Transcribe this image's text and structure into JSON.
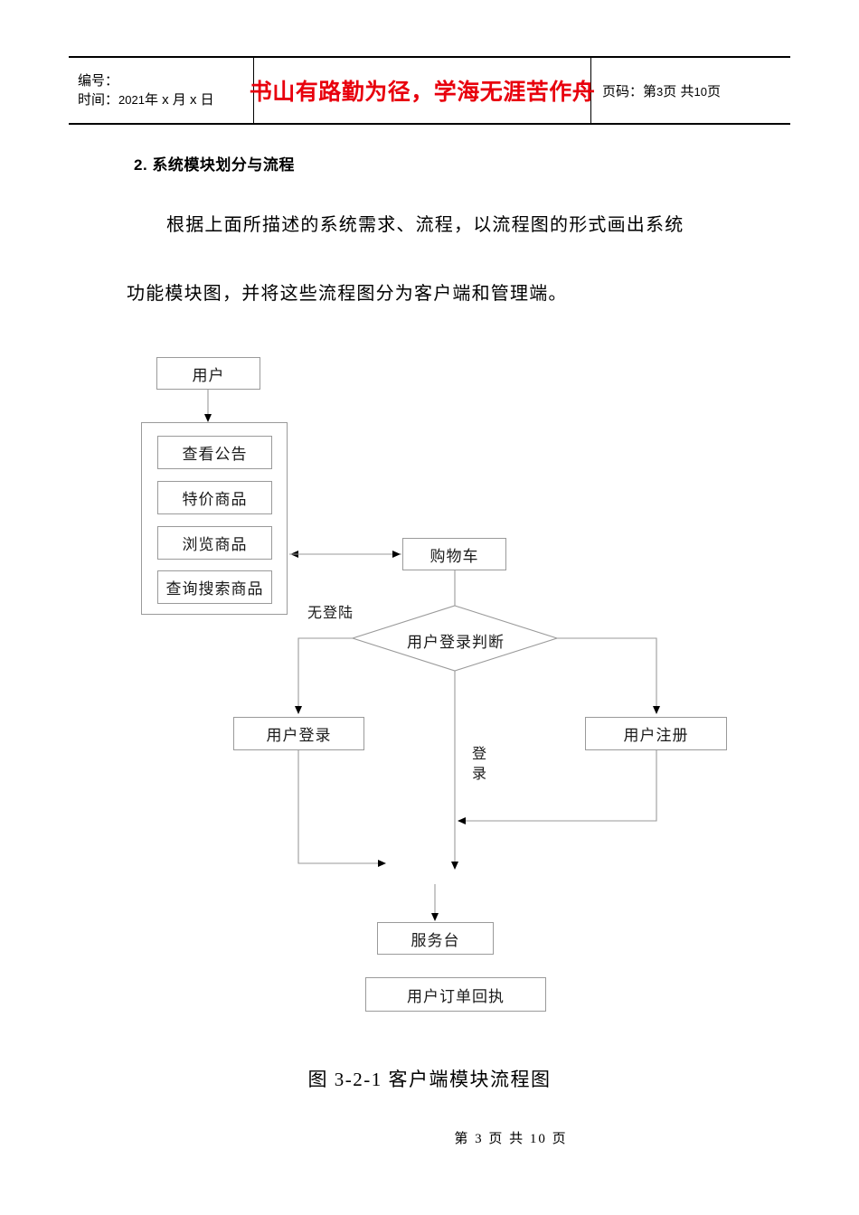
{
  "header": {
    "left_cell": {
      "line1": "编号：",
      "line2_prefix": "时间：",
      "year": "2021",
      "line2_suffix": "年 x 月 x 日"
    },
    "motto": "书山有路勤为径，学海无涯苦作舟",
    "right_cell": {
      "label": "页码：",
      "current_prefix": "第",
      "current_page": "3",
      "current_suffix": "页",
      "total_prefix": "共",
      "total_pages": "10",
      "total_suffix": "页"
    },
    "accent_color": "#e8000d"
  },
  "body": {
    "section_heading": "2. 系统模块划分与流程",
    "paragraph_1": "根据上面所描述的系统需求、流程，以流程图的形式画出系统",
    "paragraph_2": "功能模块图，并将这些流程图分为客户端和管理端。"
  },
  "diagram": {
    "type": "flowchart",
    "caption": "图 3-2-1 客户端模块流程图",
    "nodes": {
      "user": "用户",
      "view_notice": "查看公告",
      "special_goods": "特价商品",
      "browse_goods": "浏览商品",
      "search_goods": "查询搜索商品",
      "shopping_cart": "购物车",
      "login_decision": "用户登录判断",
      "user_login": "用户登录",
      "user_register": "用户注册",
      "service_desk": "服务台",
      "order_receipt": "用户订单回执"
    },
    "edge_labels": {
      "no_login": "无登陆",
      "login": "登录"
    },
    "line_color": "#9a9a9a",
    "arrow_color": "#000000"
  },
  "footer": {
    "current_prefix": "第",
    "current_page": "3",
    "current_suffix": "页",
    "total_prefix": "共",
    "total_pages": "10",
    "total_suffix": "页"
  }
}
